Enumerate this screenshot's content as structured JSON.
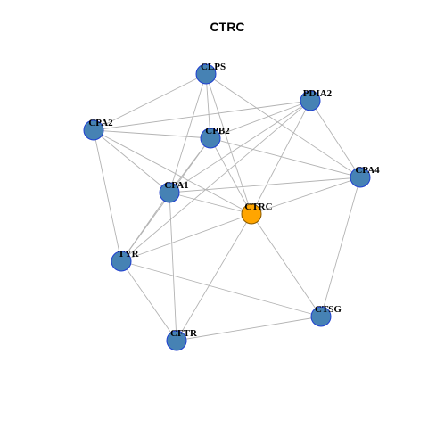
{
  "title": "CTRC",
  "colors": {
    "node_fill": "#4682B4",
    "node_stroke": "#1f3fd1",
    "center_fill": "#FFA500",
    "center_stroke": "#8a5a00",
    "edge": "#b3b3b3"
  },
  "nodes": [
    {
      "id": "CLPS",
      "label": "CLPS",
      "center": false
    },
    {
      "id": "PDIA2",
      "label": "PDIA2",
      "center": false
    },
    {
      "id": "CPA2",
      "label": "CPA2",
      "center": false
    },
    {
      "id": "CPB2",
      "label": "CPB2",
      "center": false
    },
    {
      "id": "CPA4",
      "label": "CPA4",
      "center": false
    },
    {
      "id": "CPA1",
      "label": "CPA1",
      "center": false
    },
    {
      "id": "CTRC",
      "label": "CTRC",
      "center": true
    },
    {
      "id": "TYR",
      "label": "TYR",
      "center": false
    },
    {
      "id": "CTSG",
      "label": "CTSG",
      "center": false
    },
    {
      "id": "CFTR",
      "label": "CFTR",
      "center": false
    }
  ],
  "edges": [
    [
      "CLPS",
      "CPA2"
    ],
    [
      "CLPS",
      "CPB2"
    ],
    [
      "CLPS",
      "CPA1"
    ],
    [
      "CLPS",
      "CTRC"
    ],
    [
      "CLPS",
      "CPA4"
    ],
    [
      "PDIA2",
      "CPA2"
    ],
    [
      "PDIA2",
      "CPB2"
    ],
    [
      "PDIA2",
      "CPA1"
    ],
    [
      "PDIA2",
      "CTRC"
    ],
    [
      "PDIA2",
      "CPA4"
    ],
    [
      "PDIA2",
      "TYR"
    ],
    [
      "CPA2",
      "CPB2"
    ],
    [
      "CPA2",
      "CPA1"
    ],
    [
      "CPA2",
      "CTRC"
    ],
    [
      "CPA2",
      "TYR"
    ],
    [
      "CPB2",
      "CPA4"
    ],
    [
      "CPB2",
      "CPA1"
    ],
    [
      "CPB2",
      "CTRC"
    ],
    [
      "CPB2",
      "TYR"
    ],
    [
      "CPA4",
      "CPA1"
    ],
    [
      "CPA4",
      "CTRC"
    ],
    [
      "CPA4",
      "CTSG"
    ],
    [
      "CPA1",
      "CTRC"
    ],
    [
      "CPA1",
      "TYR"
    ],
    [
      "CPA1",
      "CFTR"
    ],
    [
      "CTRC",
      "TYR"
    ],
    [
      "CTRC",
      "CTSG"
    ],
    [
      "CTRC",
      "CFTR"
    ],
    [
      "TYR",
      "CTSG"
    ],
    [
      "TYR",
      "CFTR"
    ],
    [
      "CTSG",
      "CFTR"
    ]
  ]
}
